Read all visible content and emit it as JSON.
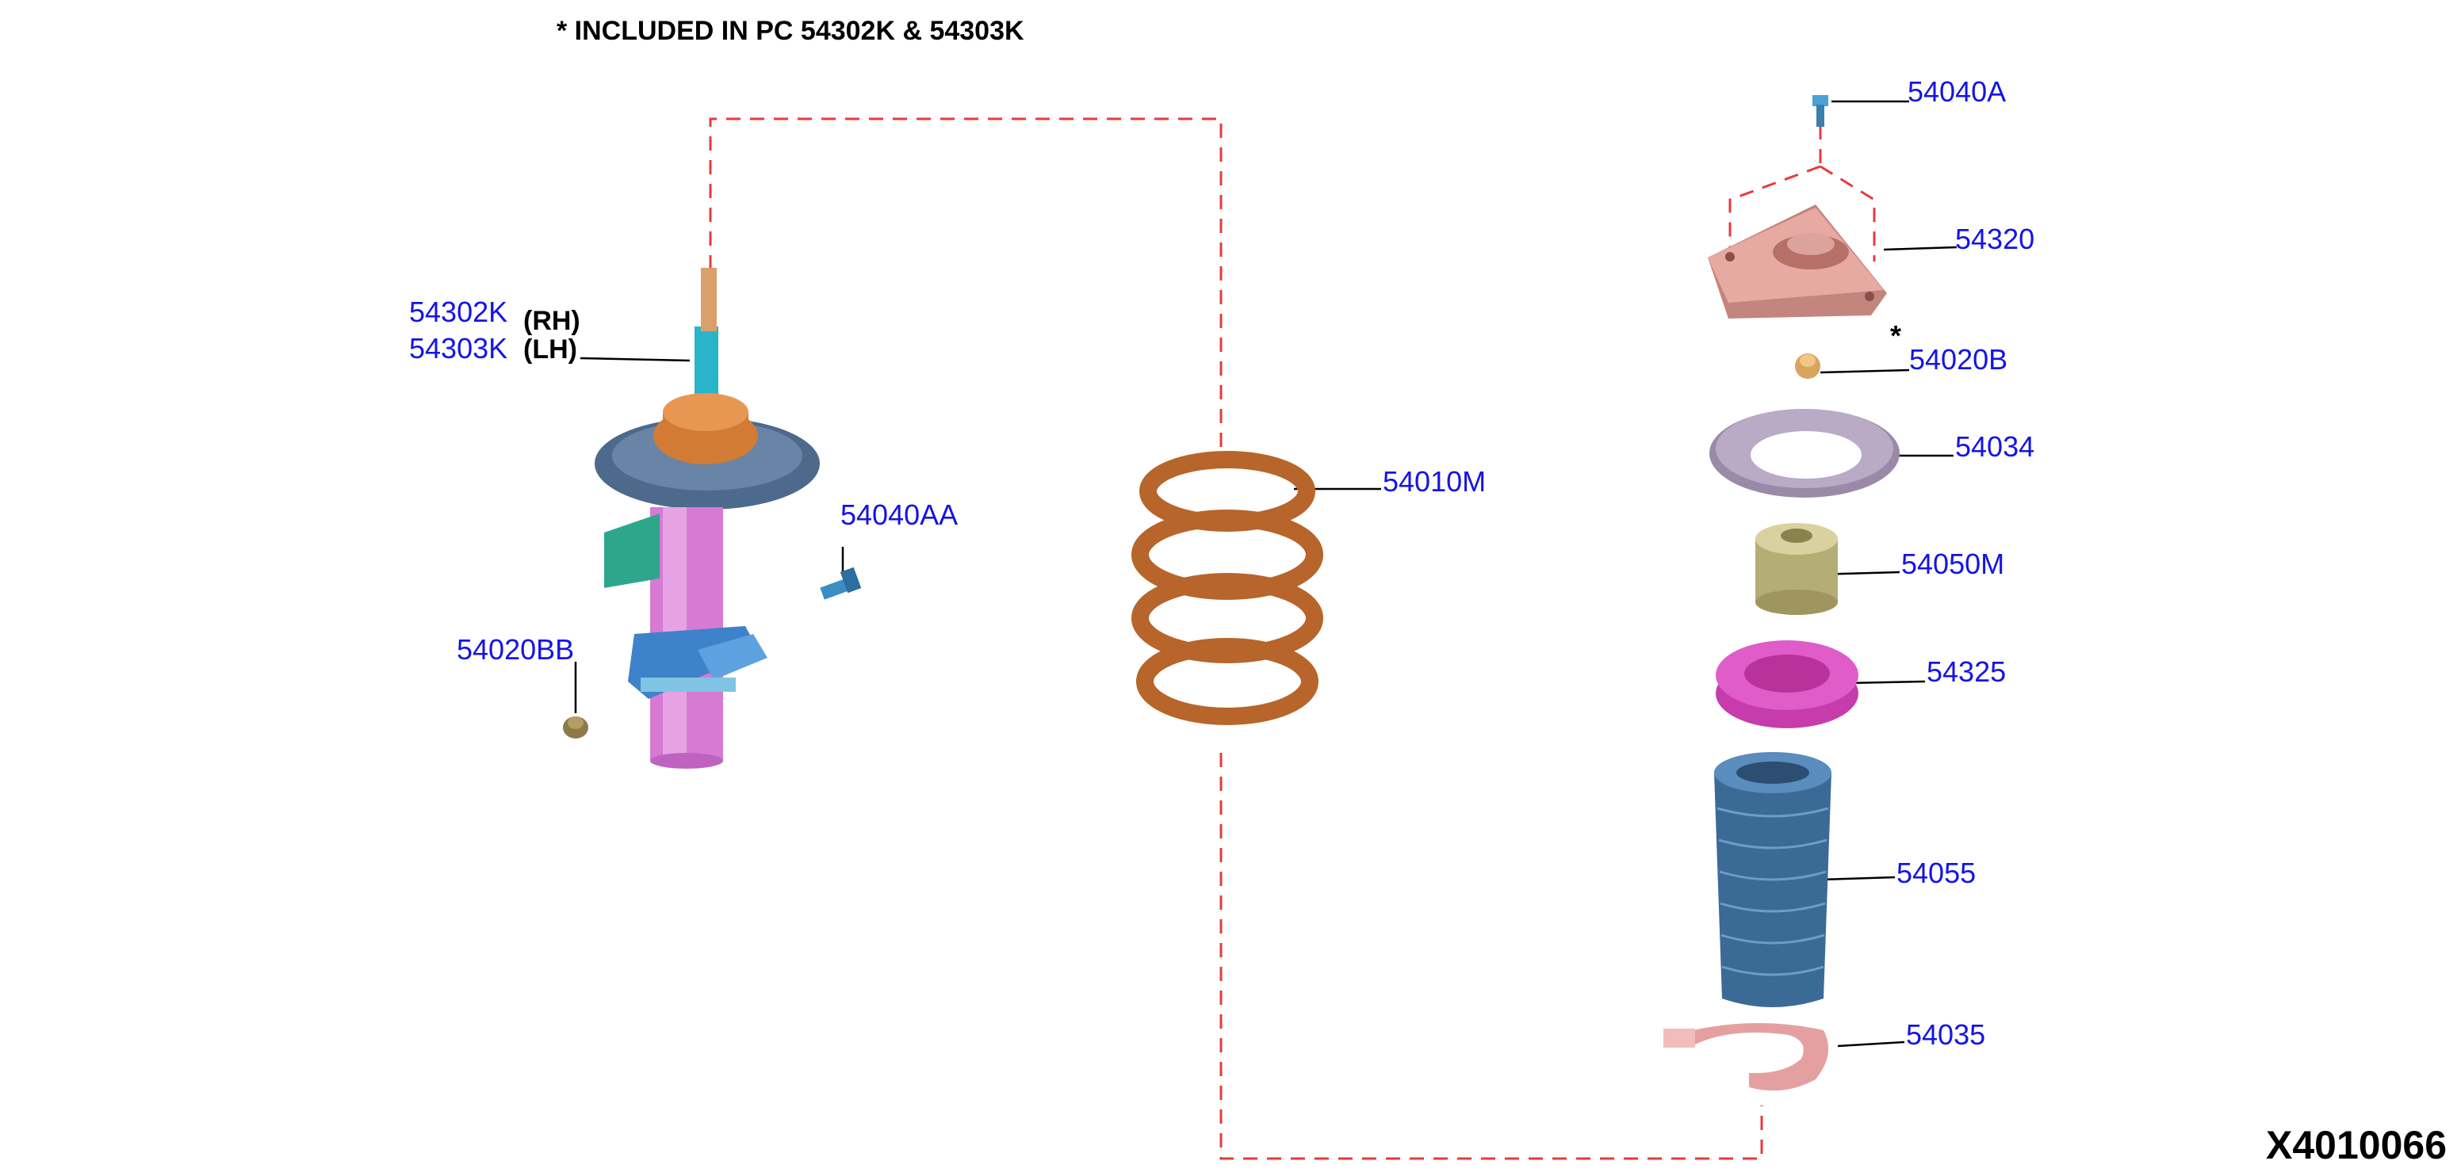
{
  "header_note": "* INCLUDED IN PC 54302K & 54303K",
  "diagram_code": "X4010066",
  "asterisk": "*",
  "colors": {
    "part_number": "#1414e6",
    "leader": "#000000",
    "dashed": "#e83a3a"
  },
  "parts": {
    "p54302K": {
      "number": "54302K",
      "side": "(RH)"
    },
    "p54303K": {
      "number": "54303K",
      "side": "(LH)"
    },
    "p54040AA": {
      "number": "54040AA"
    },
    "p54020BB": {
      "number": "54020BB"
    },
    "p54010M": {
      "number": "54010M"
    },
    "p54040A": {
      "number": "54040A"
    },
    "p54320": {
      "number": "54320"
    },
    "p54020B": {
      "number": "54020B"
    },
    "p54034": {
      "number": "54034"
    },
    "p54050M": {
      "number": "54050M"
    },
    "p54325": {
      "number": "54325"
    },
    "p54055": {
      "number": "54055"
    },
    "p54035": {
      "number": "54035"
    }
  },
  "icons": [
    "strut-assembly",
    "coil-spring",
    "bolt",
    "nut",
    "strut-mount",
    "bearing",
    "bump-stopper",
    "dust-boot",
    "spring-pad"
  ]
}
